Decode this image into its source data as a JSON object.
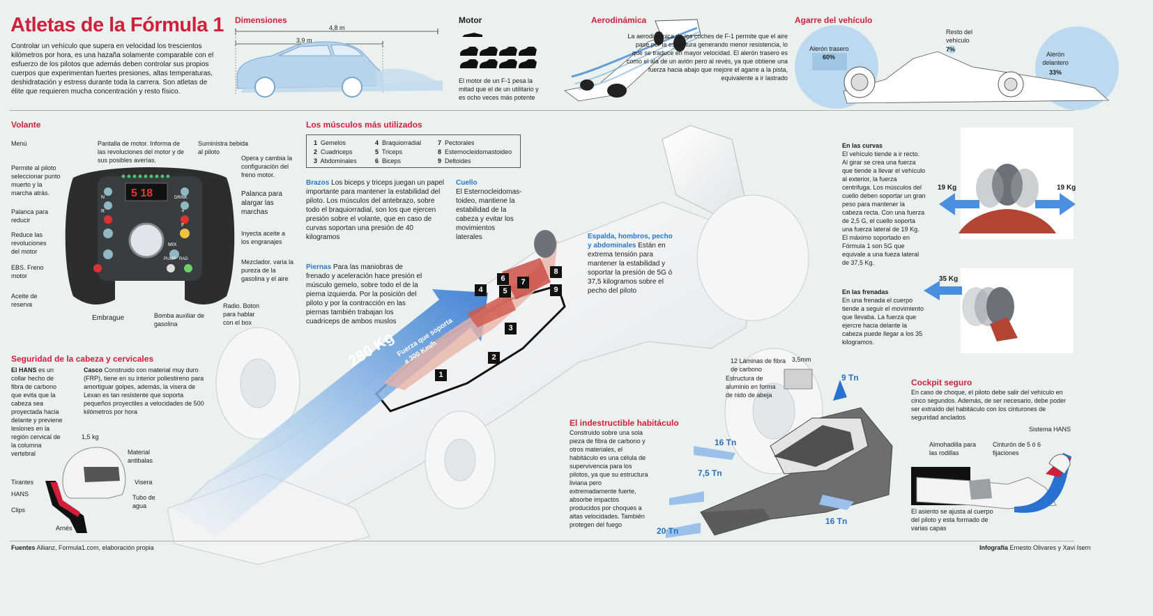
{
  "title": "Atletas de la Fórmula 1",
  "intro": "Controlar un vehículo que supera en velocidad los trescientos kilómetros por hora, es una hazaña solamente comparable con el esfuerzo de los pilotos que además deben controlar sus propios cuerpos que experimentan fuertes presiones, altas temperaturas, deshidratación y estress durante toda la carrera. Son atletas de élite que requieren mucha concentración y resto físico.",
  "dimensiones": {
    "heading": "Dimensiones",
    "len_outer": "4,8 m",
    "len_inner": "3,9 m"
  },
  "motor": {
    "heading": "Motor",
    "text": "El motor de un F-1 pesa la mitad que el de un utilitario y es ocho veces más potente"
  },
  "aero": {
    "heading": "Aerodinámica",
    "text": "La aerodinámica de los coches de F-1 permite que el aire pase por la estructura generando menor resistencia, lo que se traduce en mayor velocidad. El alerón trasero es como el ala de un avión pero al revés, ya que obtiene una fuerza hacia abajo que mejore el agarre a la pista, equivalente a ir lastrado"
  },
  "agarre": {
    "heading": "Agarre del vehículo",
    "rear_label": "Alerón trasero",
    "rear_pct": "60%",
    "rest_label": "Resto del vehículo",
    "rest_pct": "7%",
    "front_label": "Alerón delantero",
    "front_pct": "33%"
  },
  "volante": {
    "heading": "Volante",
    "labels": {
      "menu": "Menú",
      "pantalla": "Pantalla de motor. Informa de las revoluciones del motor y de sus posibles averías.",
      "bebida": "Suministra bebida al piloto",
      "freno_motor": "Opera y cambia la configuración del freno motor.",
      "punto_muerto": "Permite al piloto seleccionar punto muerto y la marcha atrás.",
      "palanca_alargar": "Palanca para alargar las marchas",
      "palanca_reducir": "Palanca para reducir",
      "reduce_rev": "Reduce las revoluciones del motor",
      "inyecta": "Inyecta aceite a los engranajes",
      "ebs": "EBS. Freno motor",
      "mezclador": "Mezclador. varia la pureza de la gasolina y el aire",
      "aceite": "Aceite de reserva",
      "radio": "Radio. Boton para hablar con el box",
      "embrague": "Embrague",
      "bomba": "Bomba auxiliar de gasolina"
    },
    "buttons": {
      "drink": "DRINK",
      "mix": "MIX",
      "pump": "PUMP",
      "rad": "RAD",
      "n": "N",
      "r": "R",
      "f": "F",
      "plus": "+",
      "display": "5 18",
      "gear": "5"
    }
  },
  "seguridad": {
    "heading": "Seguridad de la cabeza y cervicales",
    "hans_title": "El HANS",
    "hans_text": "es un collar hecho de fibra de carbono que evita que la cabeza sea proyectada hacia delante y previene lesiones en la región cervical de la columna vertebral",
    "casco_title": "Casco",
    "casco_text": "Construido con material muy duro (FRP), tiene en su interior poliestireno para amortiguar golpes, además, la visera de Lexan es tan resistente que soporta pequeños proyectiles a velocidades de 500 kilómetros por hora",
    "weight": "1,5 kg",
    "labels": {
      "material": "Material antibalas",
      "visera": "Visera",
      "tubo": "Tubo de agua",
      "tirantes": "Tirantes",
      "hans": "HANS",
      "clips": "Clips",
      "arnes": "Arnés"
    }
  },
  "musculos": {
    "heading": "Los músculos más utilizados",
    "list": [
      {
        "n": "1",
        "name": "Gemelos"
      },
      {
        "n": "2",
        "name": "Cuadriceps"
      },
      {
        "n": "3",
        "name": "Abdominales"
      },
      {
        "n": "4",
        "name": "Braquiorradial"
      },
      {
        "n": "5",
        "name": "Triceps"
      },
      {
        "n": "6",
        "name": "Biceps"
      },
      {
        "n": "7",
        "name": "Pectorales"
      },
      {
        "n": "8",
        "name": "Esternocleidomastoideo"
      },
      {
        "n": "9",
        "name": "Deltoides"
      }
    ],
    "brazos_title": "Brazos",
    "brazos_text": "Los biceps y triceps juegan un papel importante para mantener la estabilidad del piloto. Los músculos del antebrazo, sobre todo el braquiorradial, son los que ejercen presión sobre el volante, que en caso de curvas soportan una presión de 40 kilogramos",
    "cuello_title": "Cuello",
    "cuello_text": "El Esternocleidomas-toideo, mantiene la estabilidad de la cabeza y evitar los movimientos laterales",
    "piernas_title": "Piernas",
    "piernas_text": "Para las maniobras de frenado y aceleración hace presión el músculo gemelo, sobre todo el de la pierna izquierda. Por la posición del piloto y por la contracción en las piernas también trabajan los cuadriceps de ambos muslos",
    "espalda_title": "Espalda, hombros, pecho y abdominales",
    "espalda_text": "Están en extrema tensión para mantener la estabilidad y soportar la presión de 5G ó 37,5 kilogramos sobre el pecho del piloto"
  },
  "fuerza": {
    "value": "280 Kg",
    "text1": "Fuerza que soporta",
    "text2": "a 300 Km/h"
  },
  "curvas": {
    "title": "En las curvas",
    "text": "El vehículo tiende a ir recto. Al girar se crea una fuerza que tiende a llevar el vehículo al exterior, la fuerza centrifuga. Los músculos del cuello deben soportar un gran peso para mantener la cabeza recta. Con una fuerza de 2,5 G, el cuello soporta una fuerza lateral de 19 Kg. El máximo soportado en Fórmula 1 son 5G que equivale a una fueza lateral de 37,5 Kg.",
    "left": "19 Kg",
    "right": "19 Kg"
  },
  "frenadas": {
    "title": "En las frenadas",
    "text": "En una frenada el cuerpo tiende a seguir el movimiento que llevaba. La fuerza que ejercre hacia delante la cabeza puede llegar a los 35 kilogramos.",
    "force": "35 Kg"
  },
  "habitaculo": {
    "heading": "El indestructible habitáculo",
    "text": "Construido sobre una sola pieza de fibra de carbono y otros materiales, el habitáculo es una célula de supervivencia para los pilotos, ya que su estructura liviana pero extremadamente fuerte, absorbe impactos producidos por choques a altas velocidades. También protegen del fuego",
    "laminas": "12 Láminas de fibra de carbono",
    "grosor": "3,5mm",
    "estructura": "Estructura de aluminio en forma de nido de abeja",
    "f_top": "9 Tn",
    "f_left1": "16 Tn",
    "f_left2": "7,5 Tn",
    "f_bottom": "20 Tn",
    "f_right": "16 Tn"
  },
  "cockpit": {
    "heading": "Cockpit seguro",
    "text": "En caso de choque, el piloto debe salir del vehículo en cinco segundos. Además, de ser necesario, debe poder ser extraído del habitáculo con los cinturones de seguridad anclados",
    "hans": "Sistema HANS",
    "almohadilla": "Almohadilla para las rodillas",
    "cinturon": "Cinturón de 5 ó 6 fijaciones",
    "asiento": "El asiento se ajusta al cuerpo del piloto y esta formado de varias capas"
  },
  "footer": {
    "fuentes_label": "Fuentes",
    "fuentes": "Allianz, Formula1.com, elaboración propia",
    "info_label": "Infografía",
    "info": "Ernesto Olivares y Xavi Isern"
  },
  "colors": {
    "red": "#d0203b",
    "blue": "#2878d0",
    "bg": "#eaf1ee"
  }
}
